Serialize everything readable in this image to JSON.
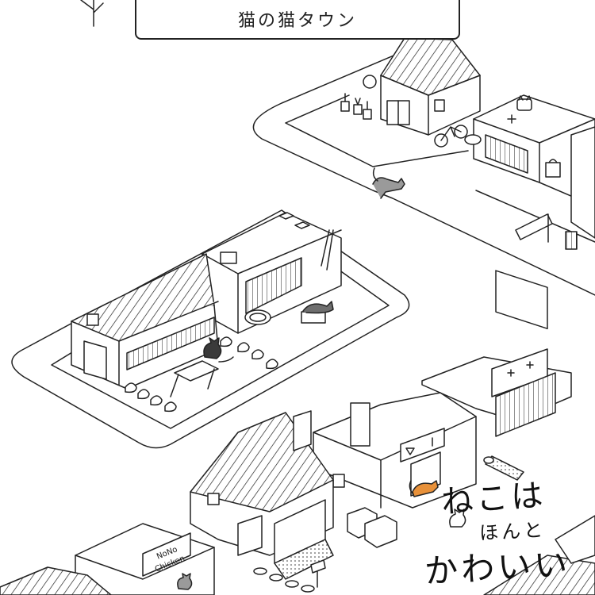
{
  "title": "猫の猫タウン",
  "catchphrase": {
    "line1": "ねこは",
    "line2": "ほんと",
    "line3": "かわいい"
  },
  "shop_sign": {
    "line1": "NoNo",
    "line2": "Chicken"
  },
  "cats": [
    {
      "name": "cat-on-roof",
      "color": "#ffffff"
    },
    {
      "name": "walking-gray-cat",
      "color": "#9a9a9a"
    },
    {
      "name": "black-cat-at-table",
      "color": "#3a3a3a"
    },
    {
      "name": "gray-cat-lying-on-box",
      "color": "#6e6e6e"
    },
    {
      "name": "orange-tabby-cat",
      "color": "#e8913a"
    },
    {
      "name": "white-cat-in-slogan",
      "color": "#ffffff"
    },
    {
      "name": "cat-at-shop-counter",
      "color": "#9a9a9a"
    }
  ],
  "colors": {
    "line": "#222222",
    "background": "#ffffff",
    "tabby": "#e8913a"
  }
}
